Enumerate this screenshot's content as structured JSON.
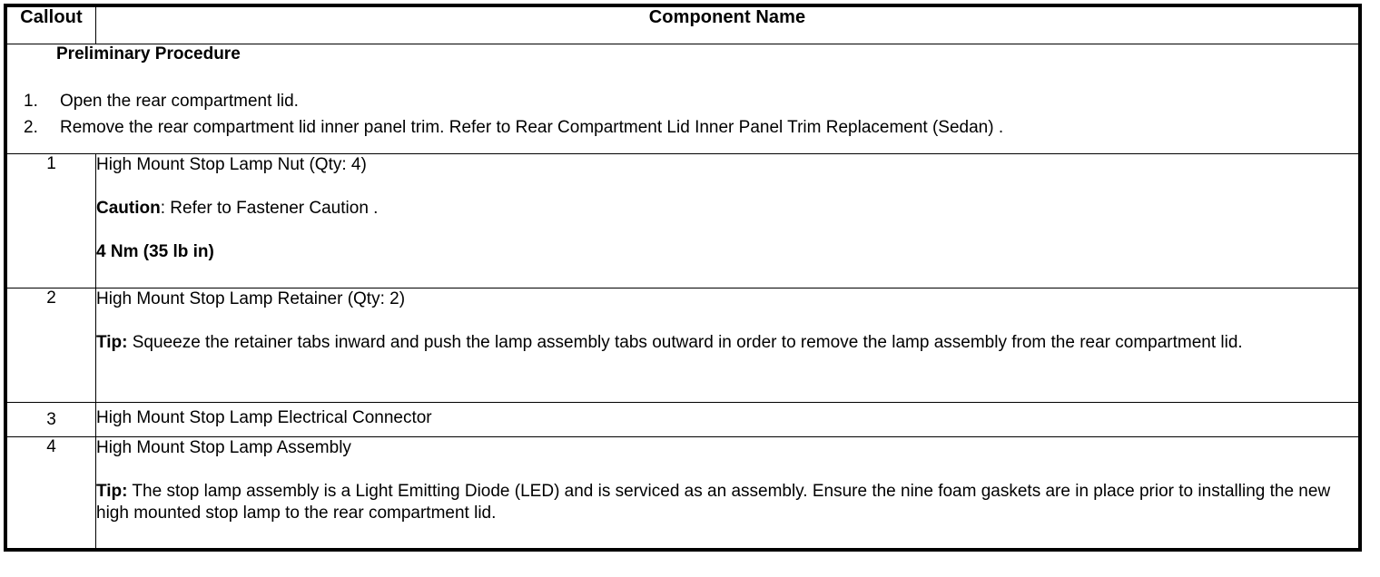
{
  "table": {
    "headers": {
      "callout": "Callout",
      "component_name": "Component Name"
    },
    "preliminary": {
      "title": "Preliminary Procedure",
      "steps": [
        {
          "num": "1.",
          "text": "Open the rear compartment lid."
        },
        {
          "num": "2.",
          "text": "Remove the rear compartment lid inner panel trim. Refer to Rear Compartment Lid Inner Panel Trim Replacement (Sedan) ."
        }
      ]
    },
    "rows": [
      {
        "callout": "1",
        "name": "High Mount Stop Lamp Nut (Qty: 4)",
        "caution_label": "Caution",
        "caution_text": ": Refer to Fastener Caution .",
        "torque": "4 Nm (35 lb in)"
      },
      {
        "callout": "2",
        "name": "High Mount Stop Lamp Retainer (Qty: 2)",
        "tip_label": "Tip:",
        "tip_text": " Squeeze the retainer tabs inward and push the lamp assembly tabs outward in order to remove the lamp assembly from the rear compartment lid."
      },
      {
        "callout": "3",
        "name": "High Mount Stop Lamp Electrical Connector"
      },
      {
        "callout": "4",
        "name": "High Mount Stop Lamp Assembly",
        "tip_label": "Tip:",
        "tip_text": " The stop lamp assembly is a Light Emitting Diode (LED) and is serviced as an assembly. Ensure the nine foam gaskets are in place prior to installing the new high mounted stop lamp to the rear compartment lid."
      }
    ]
  },
  "colors": {
    "text": "#000000",
    "background": "#ffffff",
    "border": "#000000"
  }
}
